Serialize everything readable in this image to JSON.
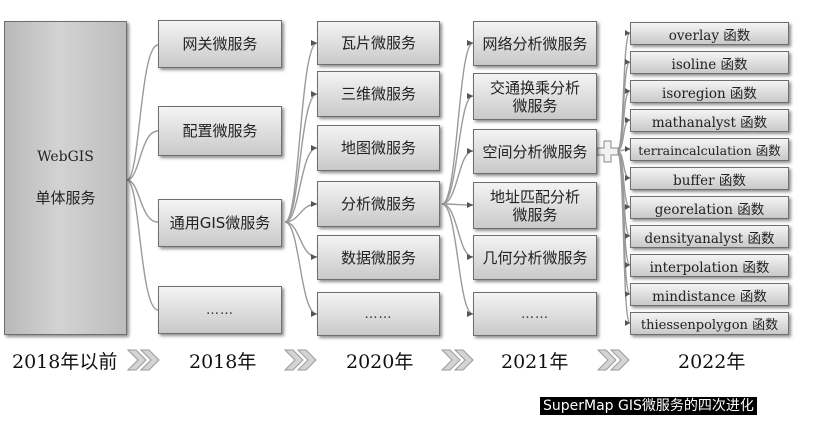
{
  "monolith": {
    "line1": "WebGIS",
    "line2": "单体服务"
  },
  "col2018": {
    "gateway": "网关微服务",
    "config": "配置微服务",
    "gis": "通用GIS微服务",
    "more": "……"
  },
  "col2020": {
    "tile": "瓦片微服务",
    "threed": "三维微服务",
    "map": "地图微服务",
    "analysis": "分析微服务",
    "data": "数据微服务",
    "more": "……"
  },
  "col2021": {
    "network": "网络分析微服务",
    "transit": "交通换乘分析微服务",
    "spatial": "空间分析微服务",
    "address": "地址匹配分析微服务",
    "geometry": "几何分析微服务",
    "more": "……"
  },
  "functions": [
    "overlay 函数",
    "isoline 函数",
    "isoregion 函数",
    "mathanalyst 函数",
    "terraincalculation 函数",
    "buffer 函数",
    "georelation 函数",
    "densityanalyst 函数",
    "interpolation 函数",
    "mindistance 函数",
    "thiessenpolygon 函数"
  ],
  "timeline": [
    "2018年以前",
    "2018年",
    "2020年",
    "2021年",
    "2022年"
  ],
  "caption": "SuperMap GIS微服务的四次进化",
  "colors": {
    "box_top": "#f4f4f4",
    "box_bottom": "#c9c9c9",
    "line": "#9a9a9a",
    "arrow": "#b5b5b5"
  }
}
